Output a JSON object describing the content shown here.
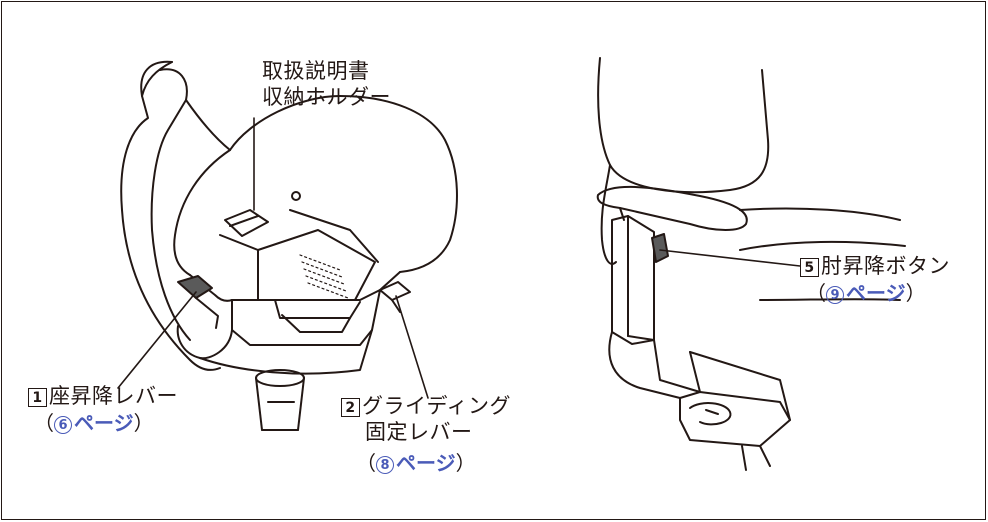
{
  "labels": {
    "manual_holder_line1": "取扱説明書",
    "manual_holder_line2": "収納ホルダー",
    "item1_num": "1",
    "item1_text": "座昇降レバー",
    "item1_ref_page": "6",
    "item1_ref_text": "ページ",
    "item2_num": "2",
    "item2_text": "グライディング",
    "item2_text_line2": "固定レバー",
    "item2_ref_page": "8",
    "item2_ref_text": "ページ",
    "item5_num": "5",
    "item5_text": "肘昇降ボタン",
    "item5_ref_page": "9",
    "item5_ref_text": "ページ",
    "paren_open": "（",
    "paren_close": "）"
  },
  "colors": {
    "ink": "#231815",
    "link": "#4a5bb8",
    "shade": "#5a5a5a",
    "highlight": "#ffffff"
  }
}
